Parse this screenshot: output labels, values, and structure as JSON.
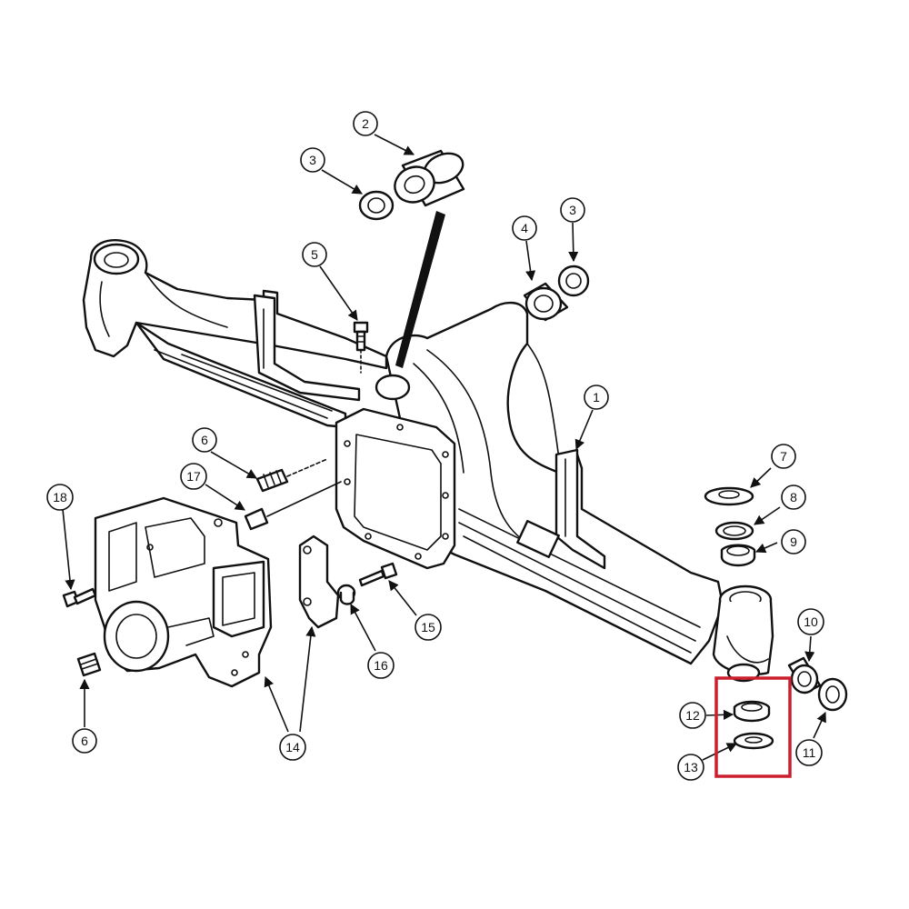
{
  "diagram": {
    "highlight_color": "#cc1f2e",
    "line_color": "#111111",
    "callouts": [
      {
        "id": "c2",
        "label": "2"
      },
      {
        "id": "c3a",
        "label": "3"
      },
      {
        "id": "c3b",
        "label": "3"
      },
      {
        "id": "c4",
        "label": "4"
      },
      {
        "id": "c5",
        "label": "5"
      },
      {
        "id": "c1",
        "label": "1"
      },
      {
        "id": "c6a",
        "label": "6"
      },
      {
        "id": "c6b",
        "label": "6"
      },
      {
        "id": "c7",
        "label": "7"
      },
      {
        "id": "c8",
        "label": "8"
      },
      {
        "id": "c9",
        "label": "9"
      },
      {
        "id": "c10",
        "label": "10"
      },
      {
        "id": "c11",
        "label": "11"
      },
      {
        "id": "c12",
        "label": "12"
      },
      {
        "id": "c13",
        "label": "13"
      },
      {
        "id": "c14",
        "label": "14"
      },
      {
        "id": "c15",
        "label": "15"
      },
      {
        "id": "c16",
        "label": "16"
      },
      {
        "id": "c17",
        "label": "17"
      },
      {
        "id": "c18",
        "label": "18"
      }
    ]
  }
}
